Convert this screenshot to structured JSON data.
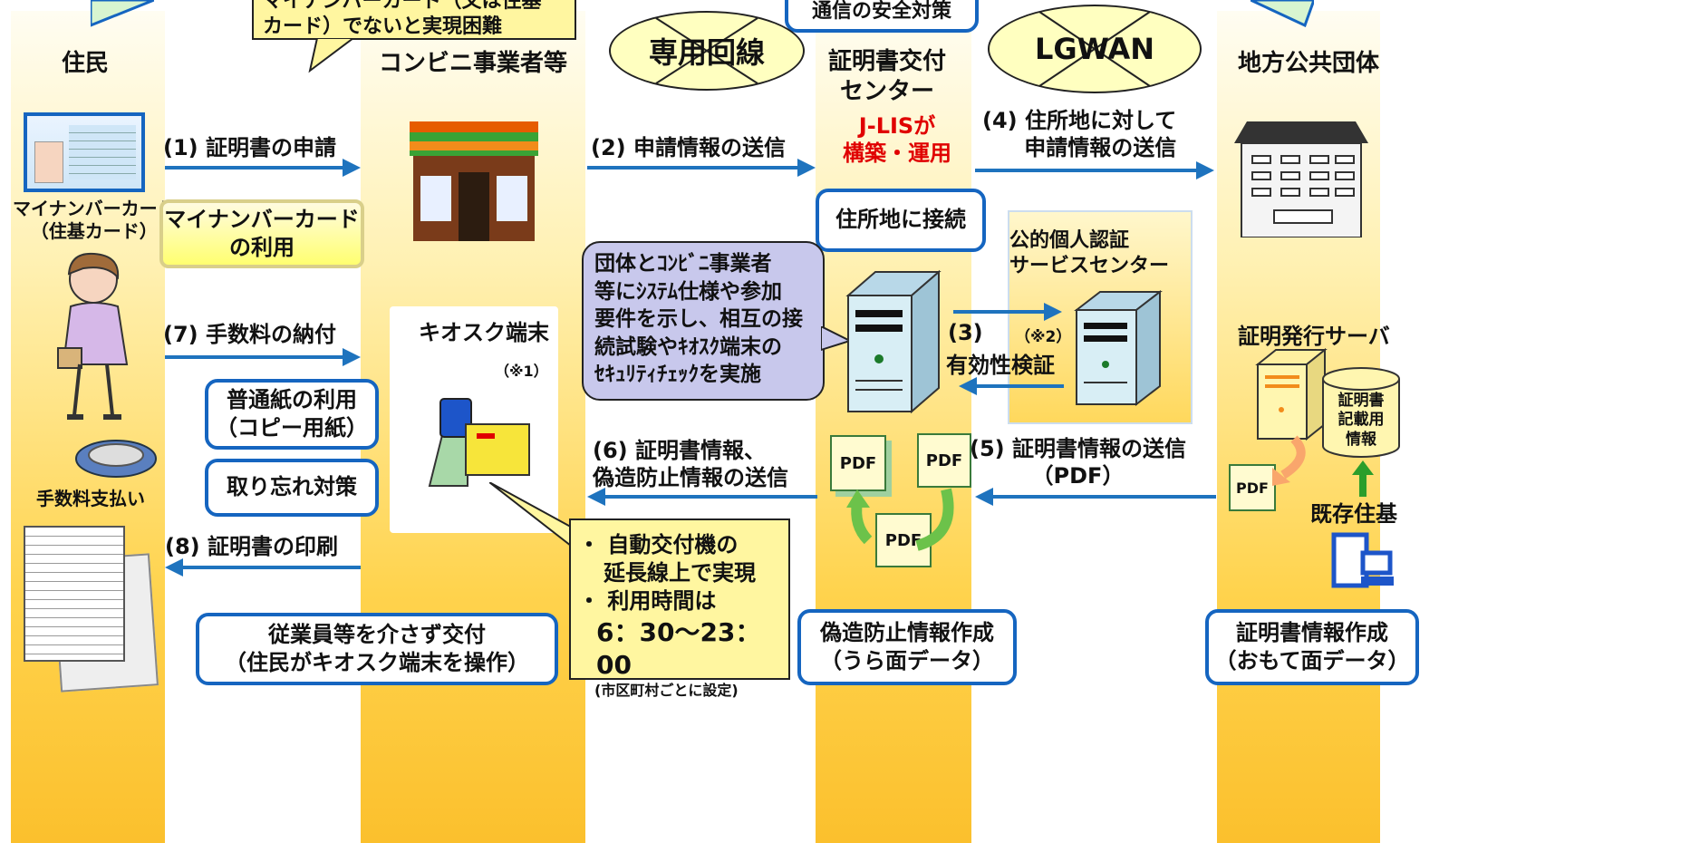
{
  "columns": {
    "resident": "住民",
    "convenience": "コンビニ事業者等",
    "center": "証明書交付\nセンター",
    "center_jlis": "J-LISが\n構築・運用",
    "local": "地方公共団体"
  },
  "top_callouts": {
    "card_note": "マイナンバーカード（又は住基\nカード）でないと実現困難",
    "security_note": "通信の安全対策"
  },
  "networks": {
    "dedicated": "専用回線",
    "lgwan": "LGWAN"
  },
  "resident": {
    "card_label": "マイナンバーカード\n（住基カード）",
    "fee_label": "手数料支払い"
  },
  "steps": {
    "s1": "(1) 証明書の申請",
    "s2": "(2) 申請情報の送信",
    "s3_num": "(3)",
    "s3_note": "（※2）",
    "s3_label": "有効性検証",
    "s4": "(4) 住所地に対して\n申請情報の送信",
    "s5": "(5) 証明書情報の送信\n（PDF）",
    "s6": "(6) 証明書情報、\n偽造防止情報の送信",
    "s7": "(7) 手数料の納付",
    "s8": "(8) 証明書の印刷"
  },
  "convenience": {
    "card_use": "マイナンバーカード\nの利用",
    "kiosk_title": "キオスク端末",
    "kiosk_note": "（※1）",
    "plain_paper": "普通紙の利用\n（コピー用紙）",
    "forget": "取り忘れ対策",
    "no_staff": "従業員等を介さず交付\n（住民がキオスク端末を操作）"
  },
  "center": {
    "connect": "住所地に接続",
    "bubble": "団体とｺﾝﾋﾞﾆ事業者\n等にｼｽﾃﾑ仕様や参加\n要件を示し、相互の接\n続試験やｷｵｽｸ端末の\nｾｷｭﾘﾃｨﾁｪｯｸを実施",
    "auth_center": "公的個人認証\nサービスセンター",
    "pdf": "PDF",
    "anti_forgery": "偽造防止情報作成\n（うら面データ）"
  },
  "kiosk_callout": {
    "line1": "・ 自動交付機の",
    "line2": "延長線上で実現",
    "line3": "・ 利用時間は",
    "hours": "6：30〜23：00",
    "note": "(市区町村ごとに設定)"
  },
  "local": {
    "server": "証明発行サーバ",
    "db": "証明書\n記載用\n情報",
    "existing": "既存住基",
    "cert_create": "証明書情報作成\n（おもて面データ）"
  },
  "colors": {
    "arrow": "#1e73be",
    "box_border": "#1565c0",
    "red": "#e00000",
    "bubble": "#c8c8ec",
    "callout": "#fff6a0"
  }
}
